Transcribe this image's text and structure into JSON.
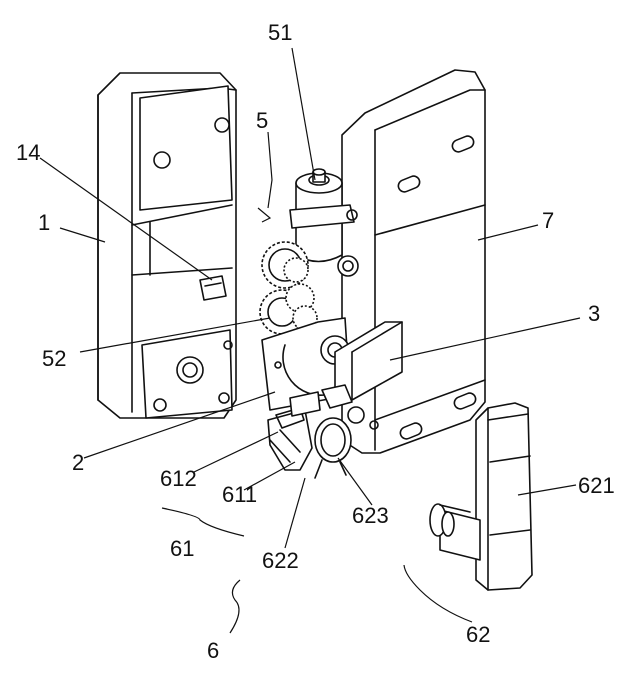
{
  "figure": {
    "background": "#ffffff",
    "line_color": "#111111",
    "labels": {
      "l1": "1",
      "l14": "14",
      "l5": "5",
      "l51": "51",
      "l7": "7",
      "l3": "3",
      "l52": "52",
      "l2": "2",
      "l612": "612",
      "l611": "611",
      "l61": "61",
      "l622": "622",
      "l623": "623",
      "l621": "621",
      "l6": "6",
      "l62": "62"
    }
  }
}
